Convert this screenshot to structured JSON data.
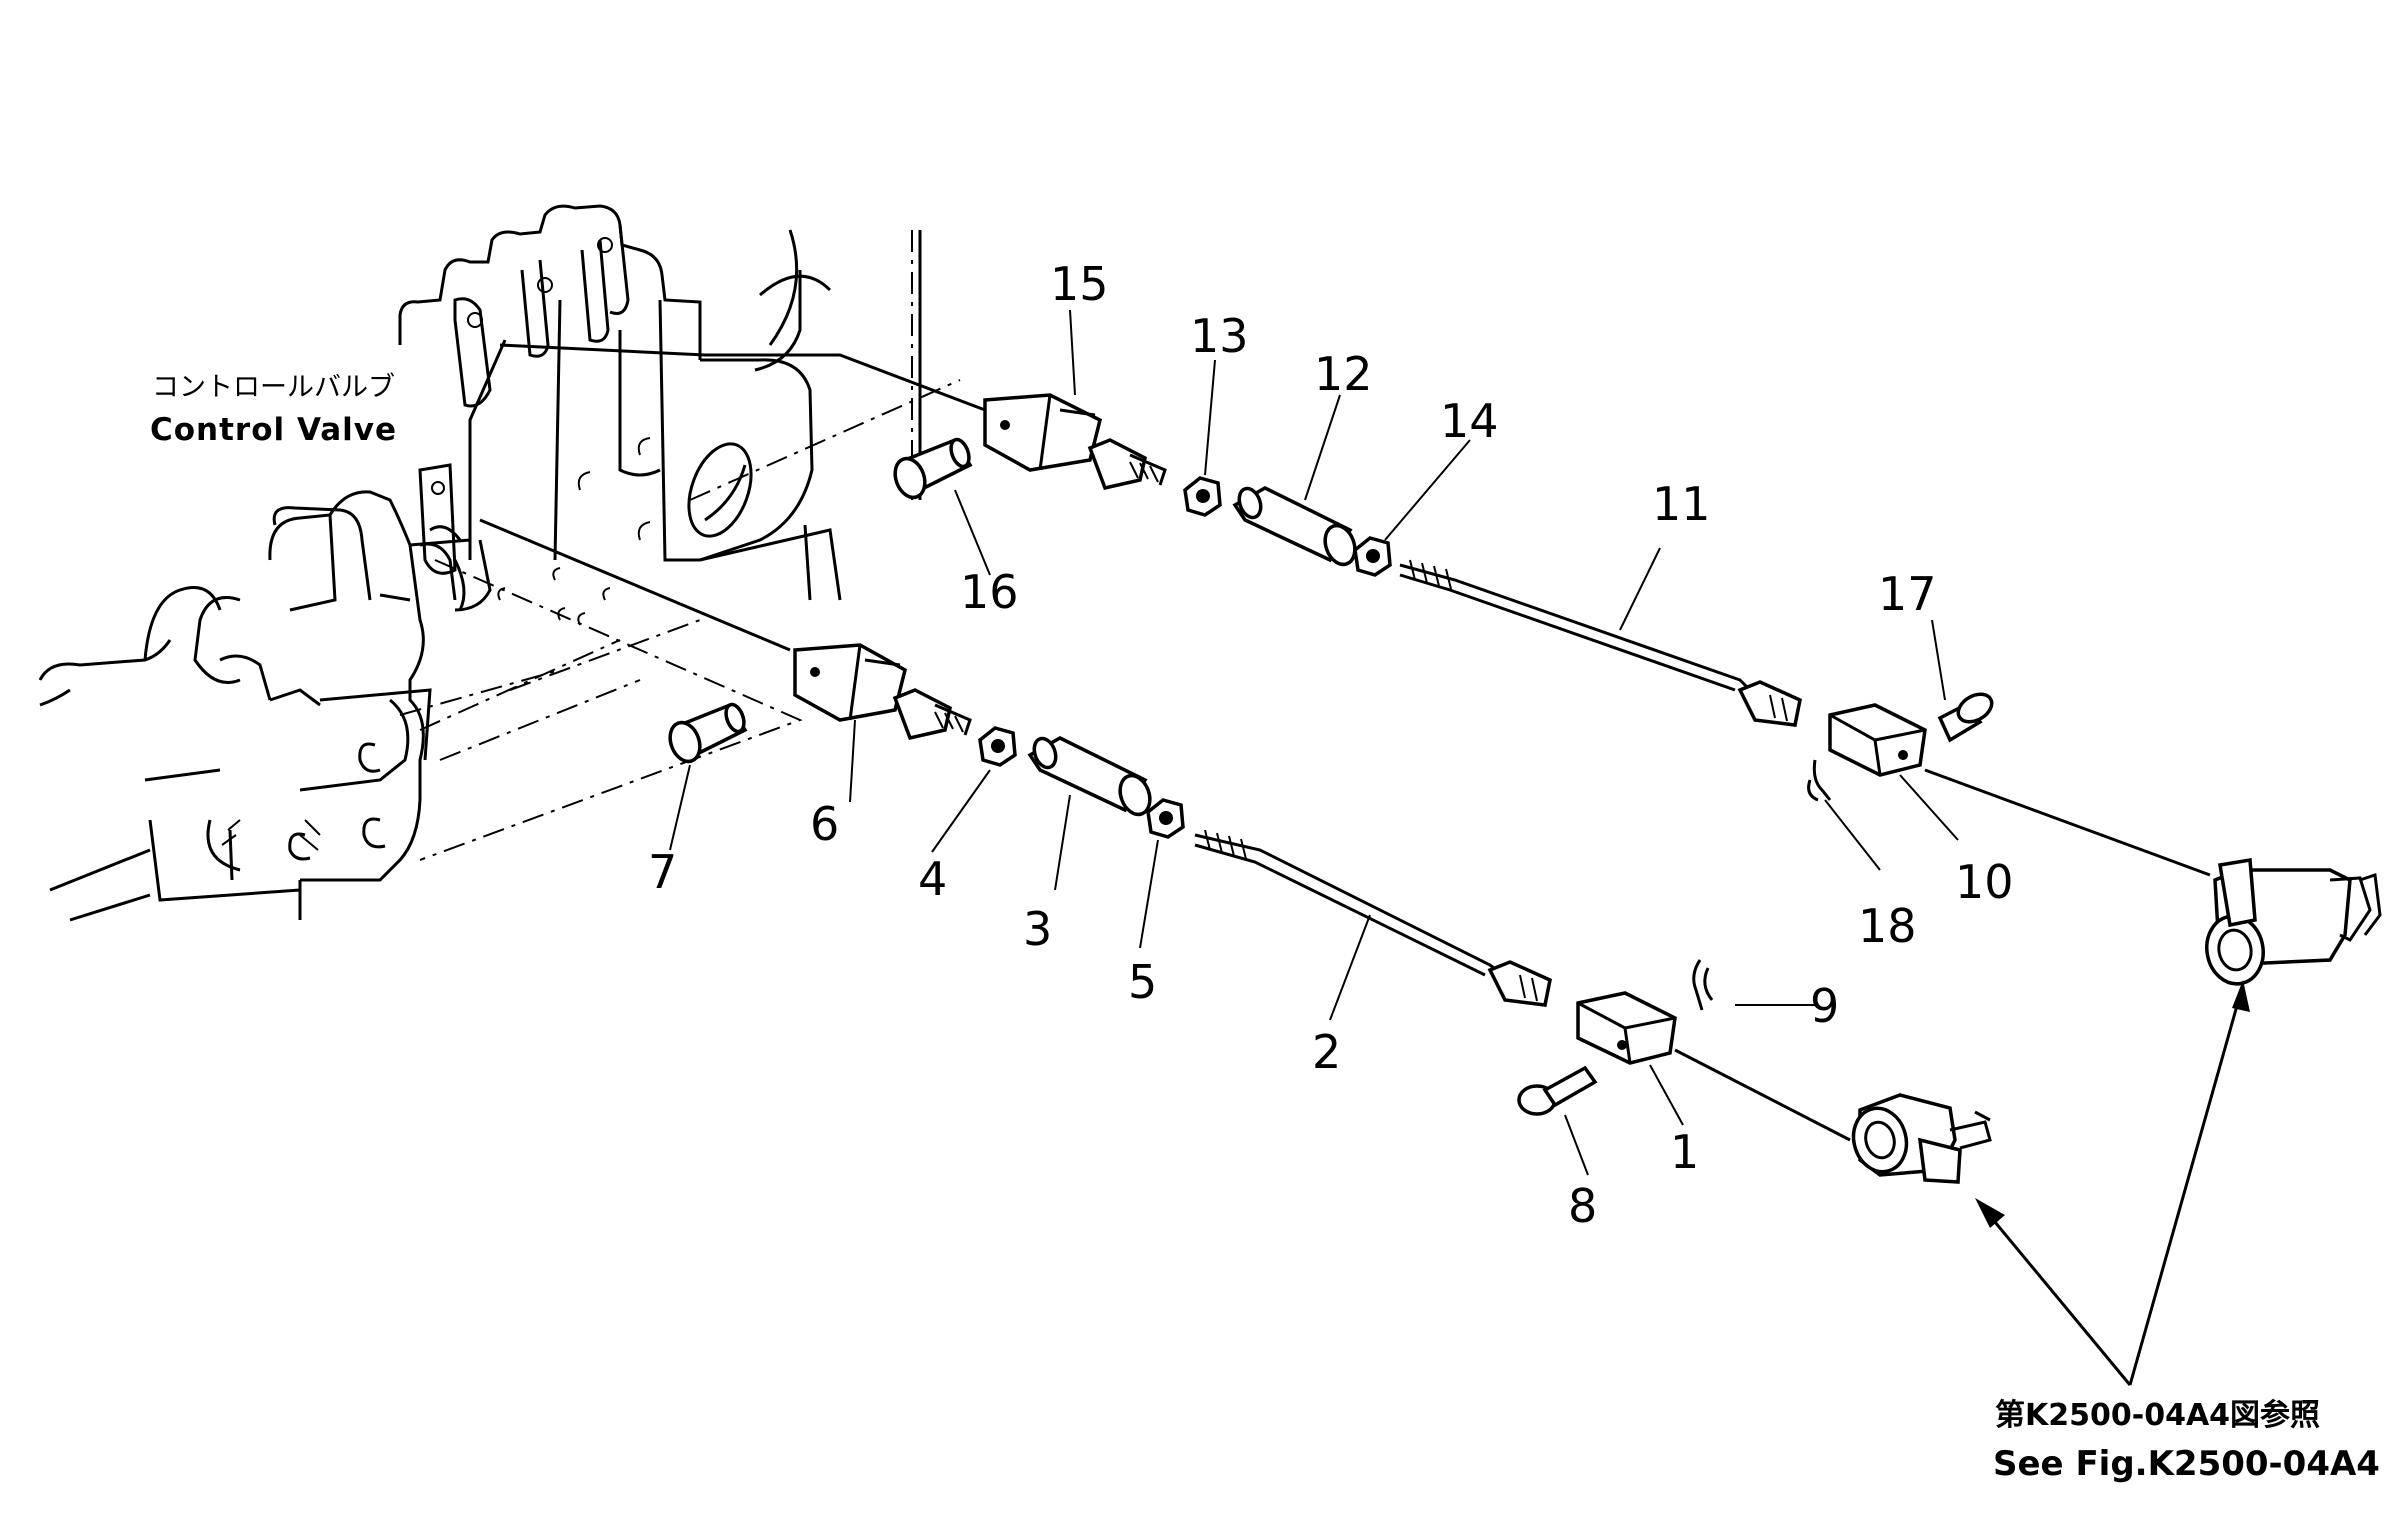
{
  "control_valve": {
    "label_jp": "コントロールバルブ",
    "label_en": "Control  Valve"
  },
  "reference": {
    "jp": "第K2500-04A4図参照",
    "en": "See Fig.K2500-04A4"
  },
  "callouts": [
    {
      "id": "1",
      "text": "1"
    },
    {
      "id": "2",
      "text": "2"
    },
    {
      "id": "3",
      "text": "3"
    },
    {
      "id": "4",
      "text": "4"
    },
    {
      "id": "5",
      "text": "5"
    },
    {
      "id": "6",
      "text": "6"
    },
    {
      "id": "7",
      "text": "7"
    },
    {
      "id": "8",
      "text": "8"
    },
    {
      "id": "9",
      "text": "9"
    },
    {
      "id": "10",
      "text": "10"
    },
    {
      "id": "11",
      "text": "11"
    },
    {
      "id": "12",
      "text": "12"
    },
    {
      "id": "13",
      "text": "13"
    },
    {
      "id": "14",
      "text": "14"
    },
    {
      "id": "15",
      "text": "15"
    },
    {
      "id": "16",
      "text": "16"
    },
    {
      "id": "17",
      "text": "17"
    },
    {
      "id": "18",
      "text": "18"
    }
  ]
}
